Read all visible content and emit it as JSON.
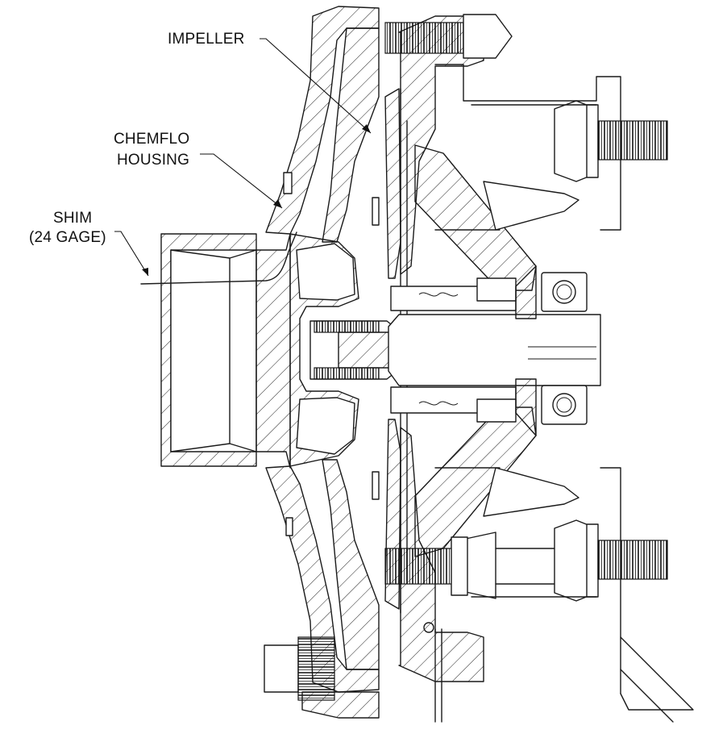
{
  "labels": {
    "impeller": "IMPELLER",
    "housing_line1": "CHEMFLO",
    "housing_line2": "HOUSING",
    "shim_line1": "SHIM",
    "shim_line2": "(24 GAGE)"
  }
}
